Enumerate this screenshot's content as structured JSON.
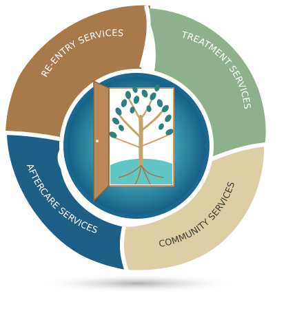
{
  "segments": {
    "reentry": {
      "label": "RE-ENTRY SERVICES",
      "color": "#a87a4a"
    },
    "treatment": {
      "label": "TREATMENT SERVICES",
      "color": "#8fb08d"
    },
    "community": {
      "label": "COMMUNITY SERVICES",
      "color": "#dccfa6"
    },
    "aftercare": {
      "label": "AFTERCARE SERVICES",
      "color": "#1d5f86"
    }
  },
  "center": {
    "icon": "door-tree-icon",
    "ring_color": "#1a6790",
    "glow_color": "#5fc4c4",
    "door_color": "#b9895a",
    "tree_trunk_color": "#c7a26b",
    "leaf_color": "#2e7f7f",
    "ground_color": "#62c7c4"
  }
}
